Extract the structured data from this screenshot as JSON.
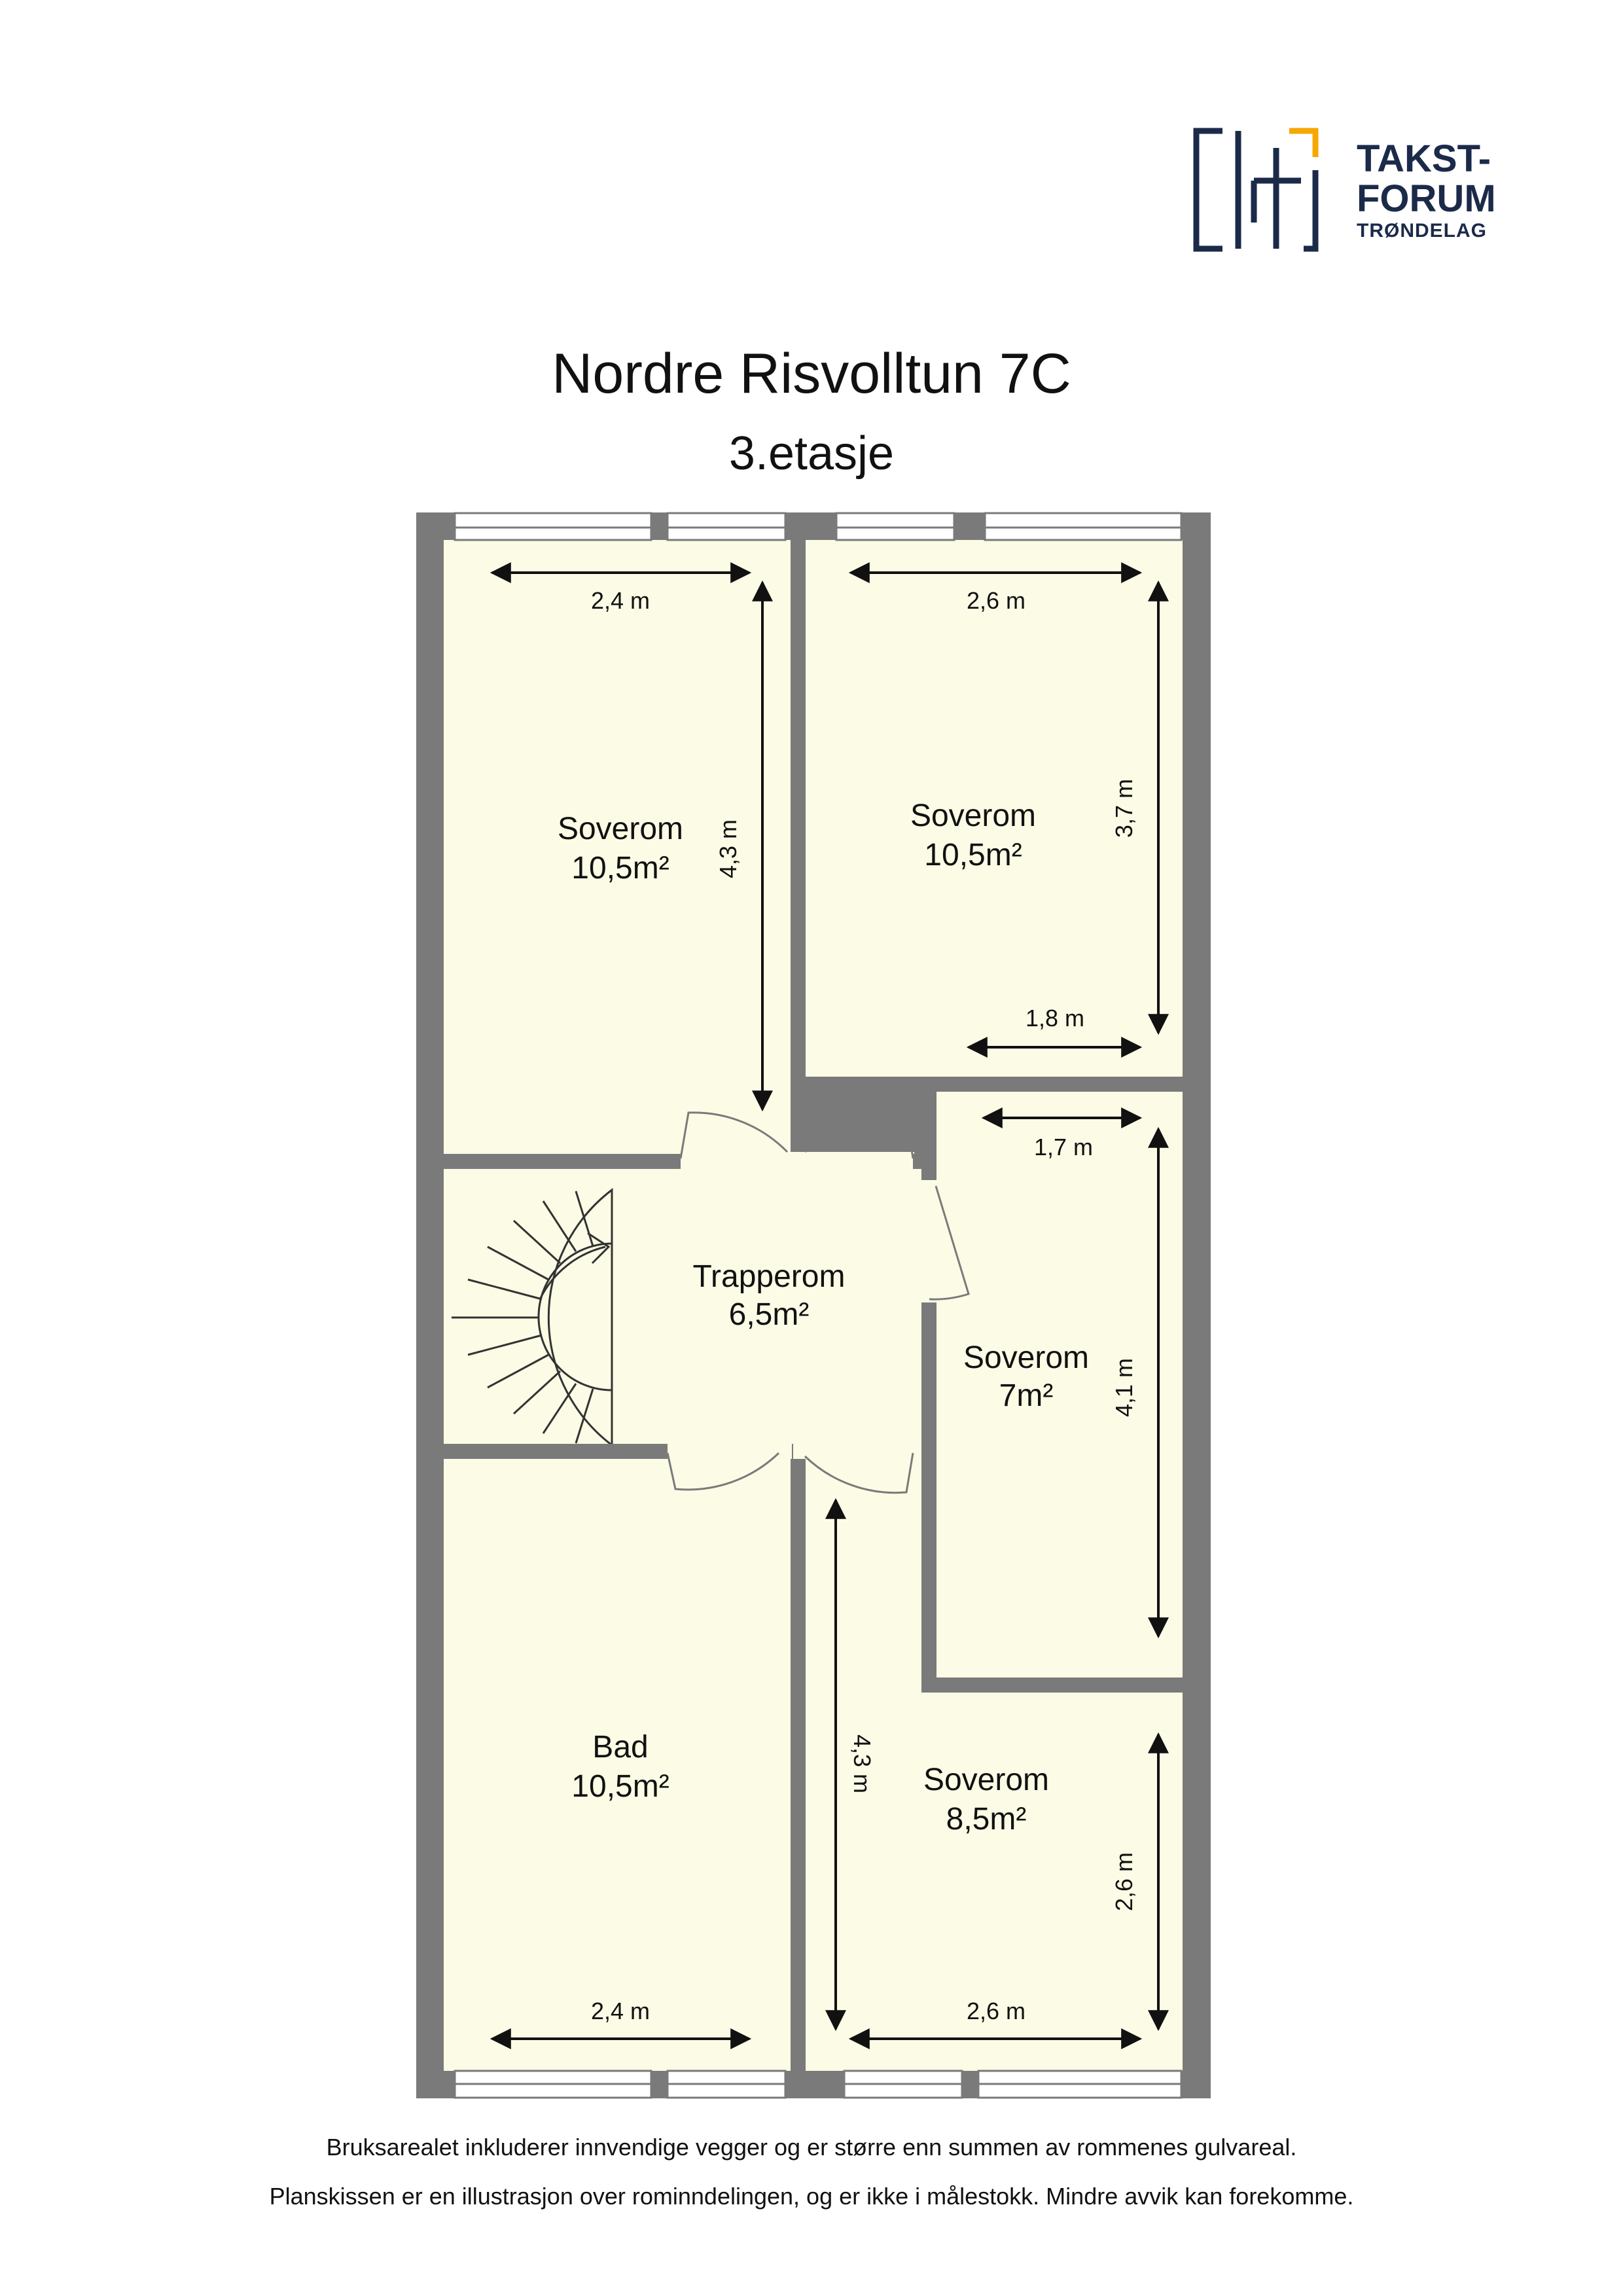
{
  "logo": {
    "line1": "TAKST-",
    "line2": "FORUM",
    "line3": "TRØNDELAG",
    "navy": "#1c2a4a",
    "accent": "#f5a800"
  },
  "title": "Nordre Risvolltun 7C",
  "subtitle": "3.etasje",
  "colors": {
    "wall": "#7a7a7a",
    "floor": "#fbfbe6",
    "dimension": "#111111"
  },
  "rooms": {
    "soverom_nw": {
      "name": "Soverom",
      "area": "10,5m²"
    },
    "soverom_ne": {
      "name": "Soverom",
      "area": "10,5m²"
    },
    "trapperom": {
      "name": "Trapperom",
      "area": "6,5m²"
    },
    "soverom_e": {
      "name": "Soverom",
      "area": "7m²"
    },
    "bad": {
      "name": "Bad",
      "area": "10,5m²"
    },
    "soverom_se": {
      "name": "Soverom",
      "area": "8,5m²"
    }
  },
  "dimensions": {
    "nw_width": "2,4 m",
    "nw_height": "4,3 m",
    "ne_width": "2,6 m",
    "ne_height": "3,7 m",
    "ne_bottom_width": "1,8 m",
    "e_width": "1,7 m",
    "e_height": "4,1 m",
    "se_left_height": "4,3 m",
    "se_right_height": "2,6 m",
    "bad_width": "2,4 m",
    "se_width": "2,6 m"
  },
  "notes": {
    "line1": "Bruksarealet inkluderer innvendige vegger og er større enn summen av rommenes gulvareal.",
    "line2": "Planskissen er en illustrasjon over rominndelingen, og er ikke i målestokk. Mindre avvik kan forekomme."
  }
}
